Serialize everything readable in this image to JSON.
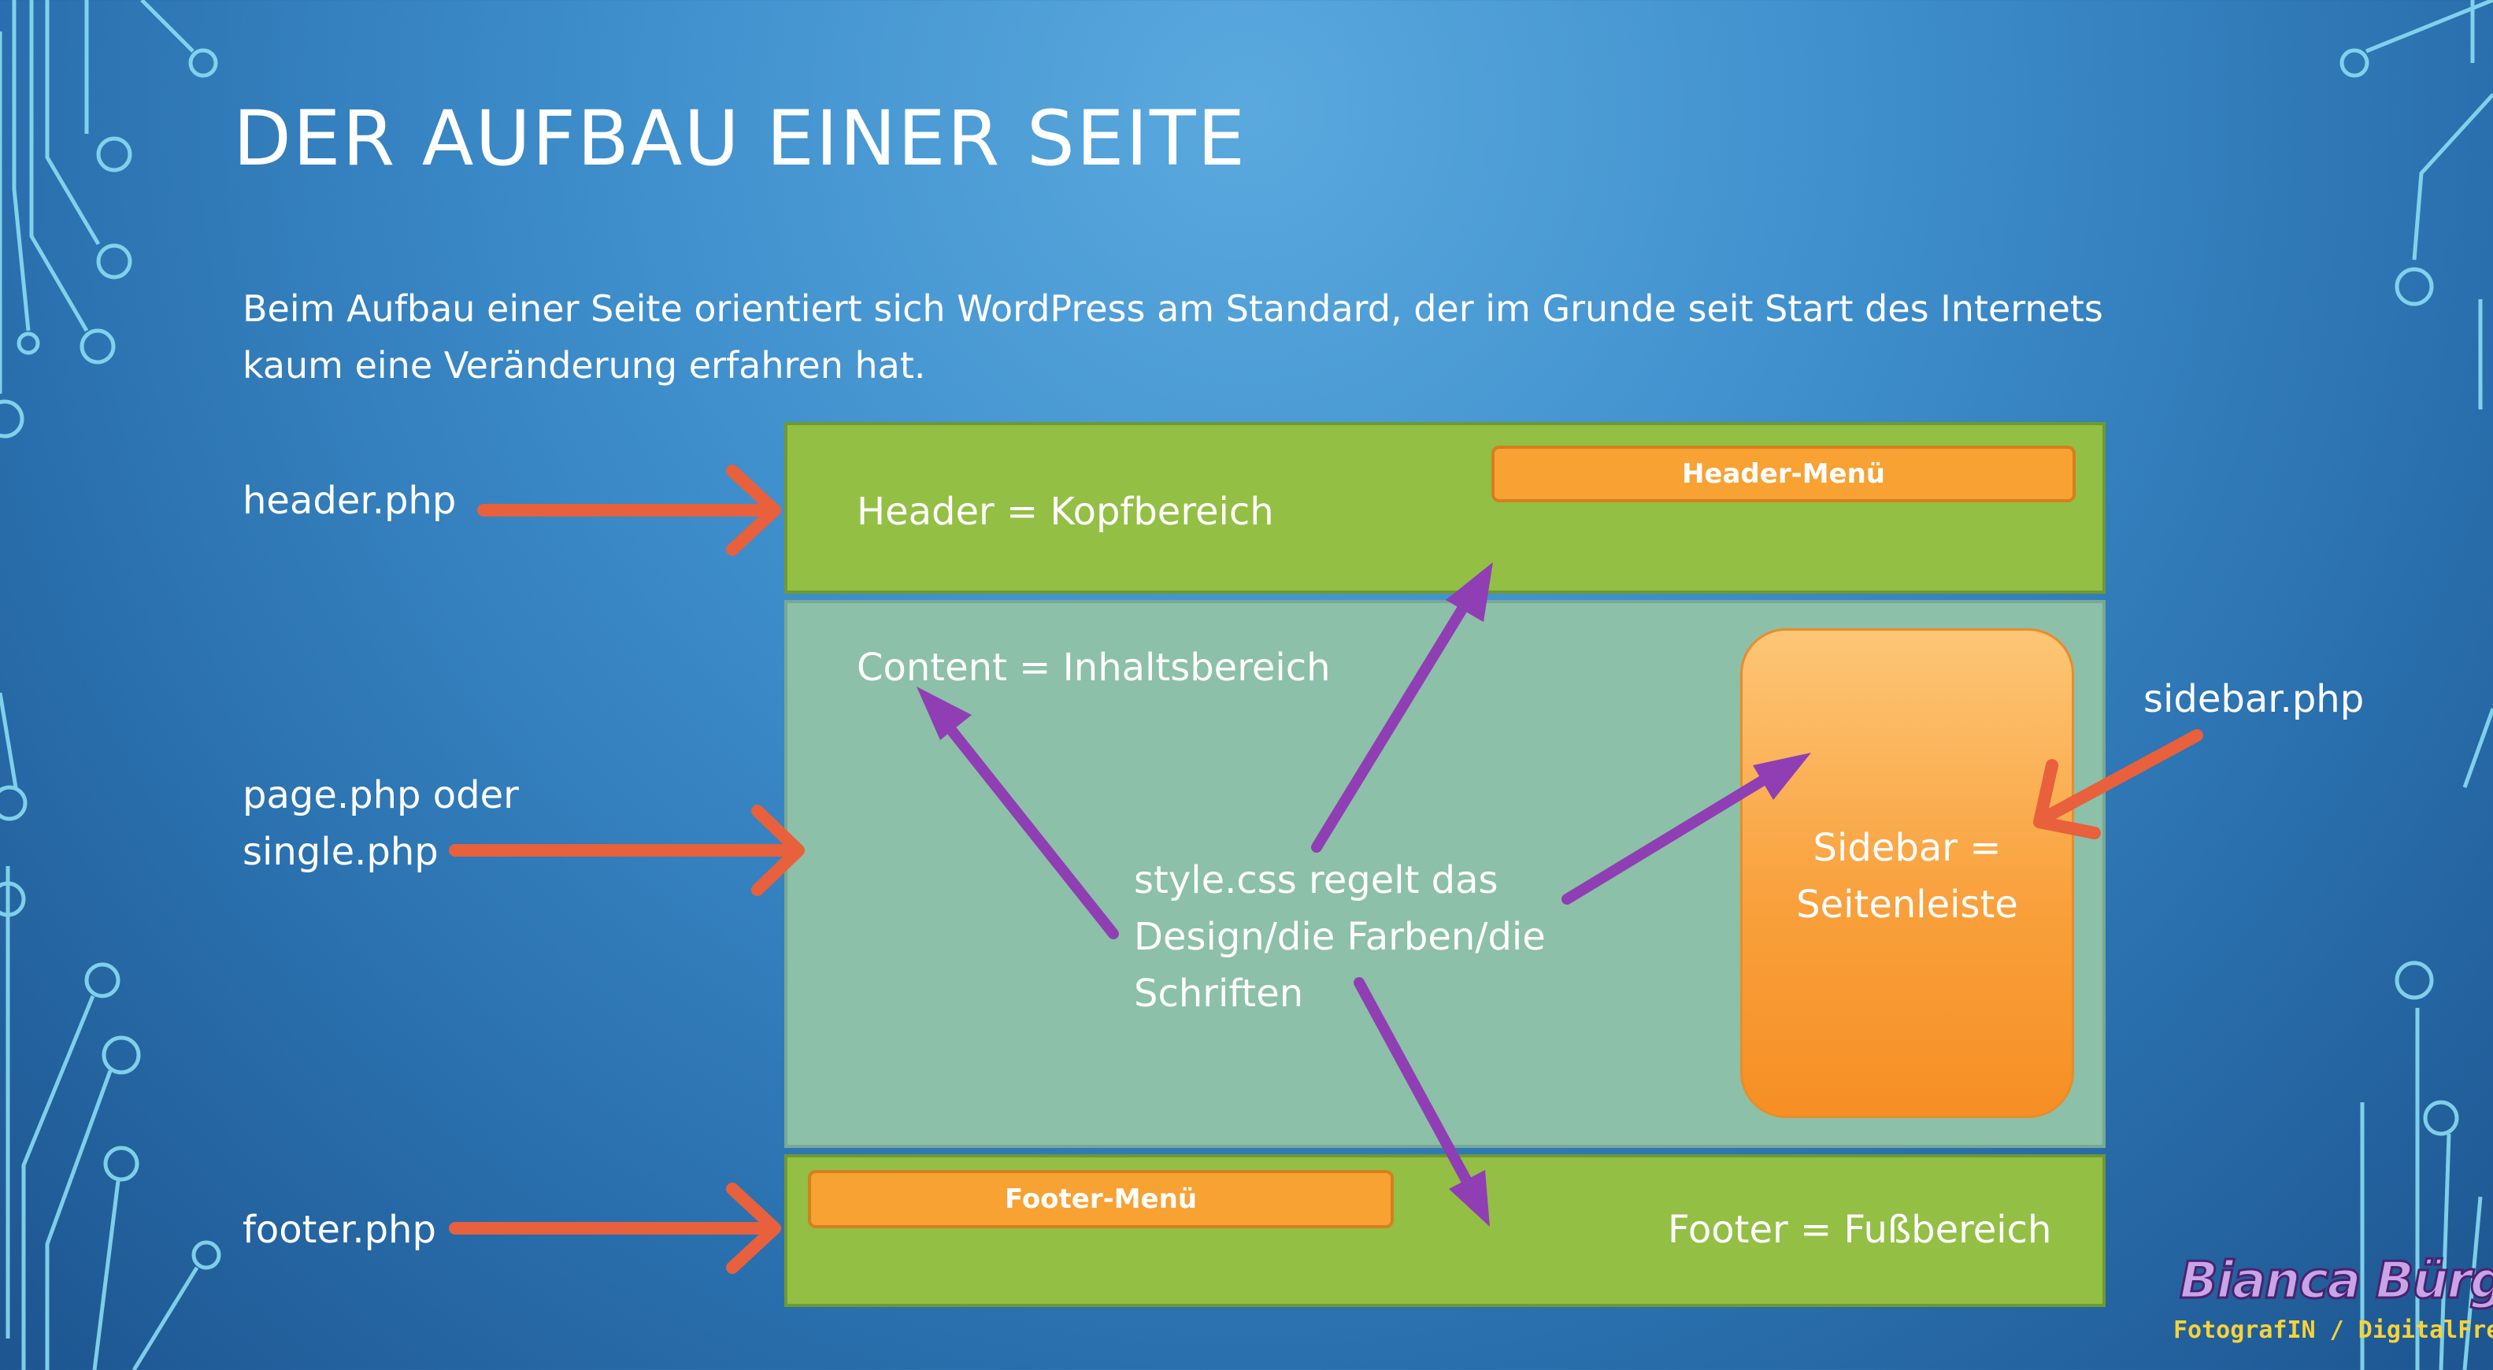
{
  "title": "DER AUFBAU EINER SEITE",
  "intro": {
    "line1": "Beim Aufbau einer Seite orientiert sich WordPress am Standard, der im Grunde seit Start des Internets",
    "line2": "kaum eine Veränderung erfahren hat."
  },
  "labels": {
    "header_php": "header.php",
    "page_php_line1": "page.php oder",
    "page_php_line2": "single.php",
    "footer_php": "footer.php",
    "sidebar_php": "sidebar.php"
  },
  "layout": {
    "header": "Header = Kopfbereich",
    "header_menu": "Header-Menü",
    "content": "Content = Inhaltsbereich",
    "sidebar_line1": "Sidebar =",
    "sidebar_line2": "Seitenleiste",
    "style_line1": "style.css regelt das",
    "style_line2": "Design/die Farben/die",
    "style_line3": "Schriften",
    "footer_menu": "Footer-Menü",
    "footer": "Footer = Fußbereich"
  },
  "logo": {
    "name": "Bianca Bürger",
    "subtitle": "FotografIN / DigitalFreak"
  },
  "colors": {
    "green": "#93bf45",
    "teal": "#8cc0a8",
    "orange": "#f7a233",
    "arrow_orange": "#e8603c",
    "arrow_purple": "#8f3fb3"
  }
}
